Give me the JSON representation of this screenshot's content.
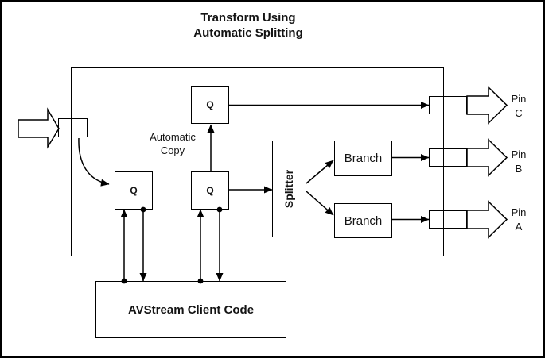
{
  "title": "Transform Using\nAutomatic Splitting",
  "colors": {
    "line": "#000000",
    "background": "#ffffff",
    "text": "#141414"
  },
  "filter": {
    "note": "transform filter boundary rectangle"
  },
  "queues": {
    "copy": "Q",
    "input": "Q",
    "main": "Q"
  },
  "annotations": {
    "automatic_copy": "Automatic\nCopy"
  },
  "splitter": {
    "label": "Splitter"
  },
  "branches": {
    "top": "Branch",
    "bottom": "Branch"
  },
  "client": {
    "label": "AVStream Client Code"
  },
  "pins": {
    "c": "Pin\nC",
    "b": "Pin\nB",
    "a": "Pin\nA"
  }
}
